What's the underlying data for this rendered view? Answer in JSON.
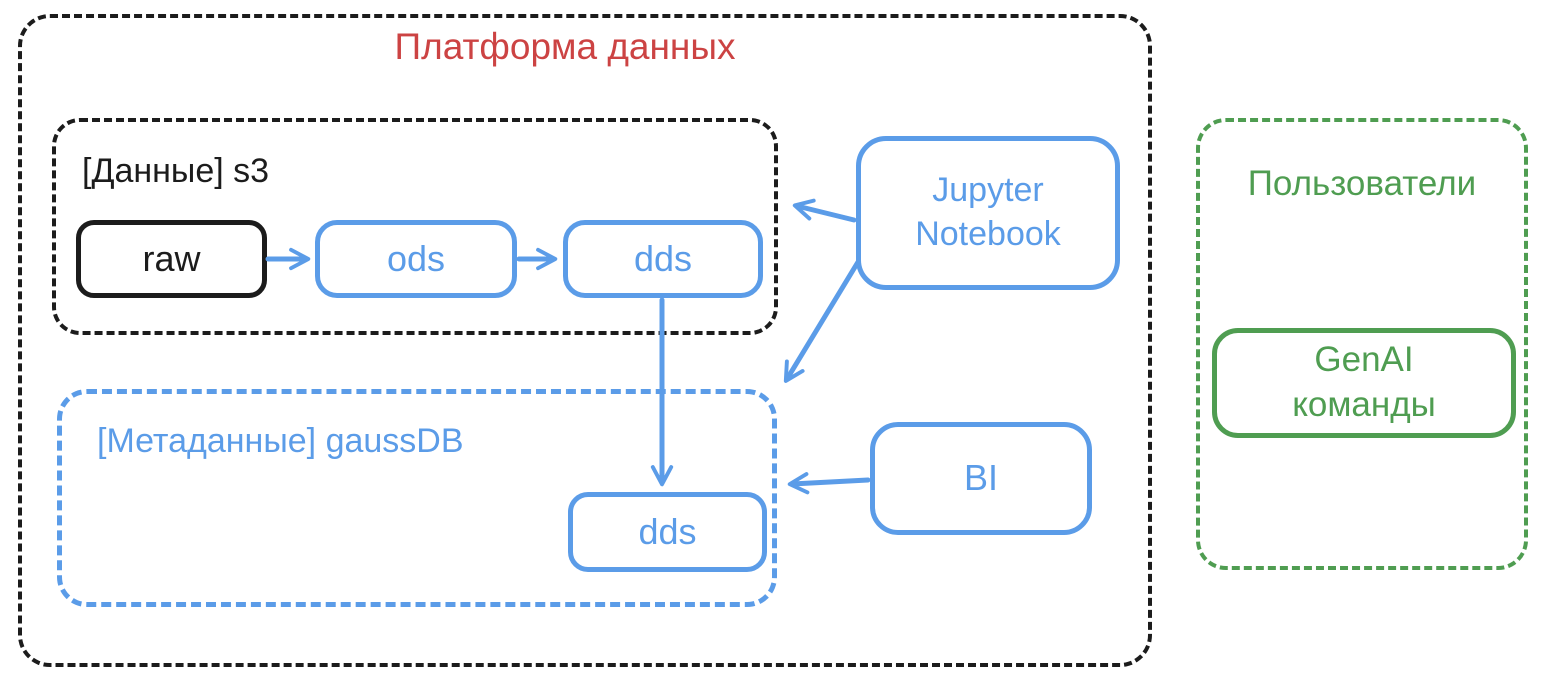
{
  "colors": {
    "platform_border": "#1c1c1c",
    "accent_blue": "#5b9ce8",
    "accent_green": "#4f9d51",
    "title_red": "#cc4343"
  },
  "platform": {
    "title": "Платформа данных",
    "s3_group": {
      "label": "[Данные] s3",
      "raw": "raw",
      "ods": "ods",
      "dds": "dds"
    },
    "gaussdb_group": {
      "label": "[Метаданные] gaussDB",
      "dds": "dds"
    },
    "jupyter": {
      "line1": "Jupyter",
      "line2": "Notebook"
    },
    "bi": "BI"
  },
  "users": {
    "label": "Пользователи",
    "genai": {
      "line1": "GenAI",
      "line2": "команды"
    }
  },
  "edges": [
    {
      "from": "raw-node",
      "to": "ods-node"
    },
    {
      "from": "ods-node",
      "to": "dds-s3-node"
    },
    {
      "from": "jupyter-notebook-node",
      "to": "s3-group"
    },
    {
      "from": "jupyter-notebook-node",
      "to": "gaussdb-group"
    },
    {
      "from": "dds-s3-node",
      "to": "dds-gaussdb-node"
    },
    {
      "from": "bi-node",
      "to": "dds-gaussdb-node"
    }
  ]
}
